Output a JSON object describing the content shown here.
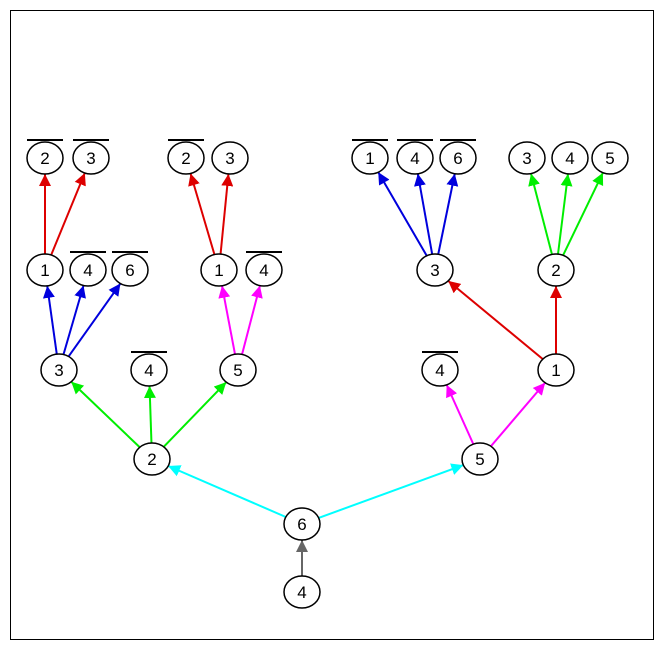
{
  "colors": {
    "gray": "#666666",
    "cyan": "#00ffff",
    "green": "#00ee00",
    "magenta": "#ff00ff",
    "blue": "#0000dd",
    "red": "#dd0000",
    "node_stroke": "#000000",
    "node_fill": "#ffffff",
    "frame": "#000000"
  },
  "nodes": [
    {
      "id": "n4root",
      "label": "4",
      "bar": false
    },
    {
      "id": "n6",
      "label": "6",
      "bar": false
    },
    {
      "id": "n2",
      "label": "2",
      "bar": false
    },
    {
      "id": "n5r",
      "label": "5",
      "bar": false
    },
    {
      "id": "n3L",
      "label": "3",
      "bar": false
    },
    {
      "id": "n4barA",
      "label": "4",
      "bar": true
    },
    {
      "id": "n5L",
      "label": "5",
      "bar": false
    },
    {
      "id": "n4barB",
      "label": "4",
      "bar": true
    },
    {
      "id": "n1R",
      "label": "1",
      "bar": false
    },
    {
      "id": "n1a",
      "label": "1",
      "bar": false
    },
    {
      "id": "n4barC",
      "label": "4",
      "bar": true
    },
    {
      "id": "n6bar",
      "label": "6",
      "bar": true
    },
    {
      "id": "n1b",
      "label": "1",
      "bar": false
    },
    {
      "id": "n4barD",
      "label": "4",
      "bar": true
    },
    {
      "id": "n3R",
      "label": "3",
      "bar": false
    },
    {
      "id": "n2R",
      "label": "2",
      "bar": false
    },
    {
      "id": "n2barA",
      "label": "2",
      "bar": true
    },
    {
      "id": "n3barA",
      "label": "3",
      "bar": true
    },
    {
      "id": "n2barB",
      "label": "2",
      "bar": true
    },
    {
      "id": "n3b",
      "label": "3",
      "bar": false
    },
    {
      "id": "n1bar",
      "label": "1",
      "bar": true
    },
    {
      "id": "n4barE",
      "label": "4",
      "bar": true
    },
    {
      "id": "n6barB",
      "label": "6",
      "bar": true
    },
    {
      "id": "n3c",
      "label": "3",
      "bar": false
    },
    {
      "id": "n4c",
      "label": "4",
      "bar": false
    },
    {
      "id": "n5c",
      "label": "5",
      "bar": false
    }
  ],
  "edges": [
    {
      "from": "n4root",
      "to": "n6",
      "color": "gray"
    },
    {
      "from": "n6",
      "to": "n2",
      "color": "cyan"
    },
    {
      "from": "n6",
      "to": "n5r",
      "color": "cyan"
    },
    {
      "from": "n2",
      "to": "n3L",
      "color": "green"
    },
    {
      "from": "n2",
      "to": "n4barA",
      "color": "green"
    },
    {
      "from": "n2",
      "to": "n5L",
      "color": "green"
    },
    {
      "from": "n5r",
      "to": "n4barB",
      "color": "magenta"
    },
    {
      "from": "n5r",
      "to": "n1R",
      "color": "magenta"
    },
    {
      "from": "n3L",
      "to": "n1a",
      "color": "blue"
    },
    {
      "from": "n3L",
      "to": "n4barC",
      "color": "blue"
    },
    {
      "from": "n3L",
      "to": "n6bar",
      "color": "blue"
    },
    {
      "from": "n5L",
      "to": "n1b",
      "color": "magenta"
    },
    {
      "from": "n5L",
      "to": "n4barD",
      "color": "magenta"
    },
    {
      "from": "n1R",
      "to": "n3R",
      "color": "red"
    },
    {
      "from": "n1R",
      "to": "n2R",
      "color": "red"
    },
    {
      "from": "n1a",
      "to": "n2barA",
      "color": "red"
    },
    {
      "from": "n1a",
      "to": "n3barA",
      "color": "red"
    },
    {
      "from": "n1b",
      "to": "n2barB",
      "color": "red"
    },
    {
      "from": "n1b",
      "to": "n3b",
      "color": "red"
    },
    {
      "from": "n3R",
      "to": "n1bar",
      "color": "blue"
    },
    {
      "from": "n3R",
      "to": "n4barE",
      "color": "blue"
    },
    {
      "from": "n3R",
      "to": "n6barB",
      "color": "blue"
    },
    {
      "from": "n2R",
      "to": "n3c",
      "color": "green"
    },
    {
      "from": "n2R",
      "to": "n4c",
      "color": "green"
    },
    {
      "from": "n2R",
      "to": "n5c",
      "color": "green"
    }
  ]
}
